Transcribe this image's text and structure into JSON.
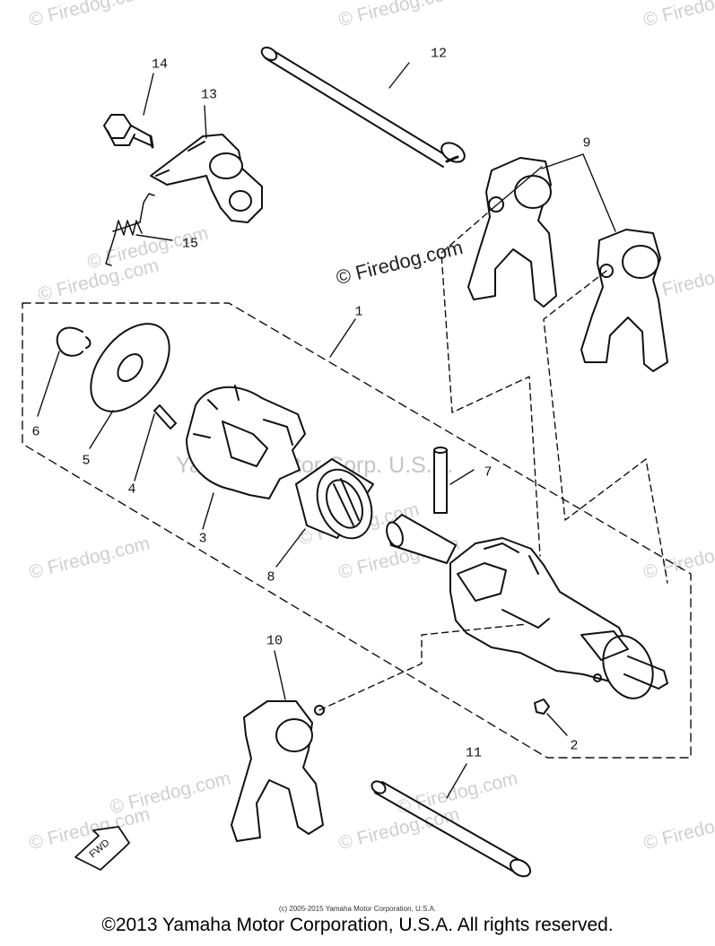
{
  "watermark": {
    "repeat_text": "© Firedog.com",
    "center_text": "© Firedog.com",
    "mid_text": "Yamaha Motor Corp. U.S.A."
  },
  "callouts": {
    "c1": "1",
    "c2": "2",
    "c3": "3",
    "c4": "4",
    "c5": "5",
    "c6": "6",
    "c7": "7",
    "c8": "8",
    "c9": "9",
    "c10": "10",
    "c11": "11",
    "c12": "12",
    "c13": "13",
    "c14": "14",
    "c15": "15"
  },
  "fwd_mark": "FWD",
  "footer": {
    "fine_print": "(c) 2005-2015 Yamaha Motor Corporation, U.S.A.",
    "copyright": "©2013 Yamaha Motor Corporation, U.S.A. All rights reserved."
  },
  "colors": {
    "ink": "#111111",
    "watermark": "#cfcfcf",
    "paper": "#ffffff"
  }
}
